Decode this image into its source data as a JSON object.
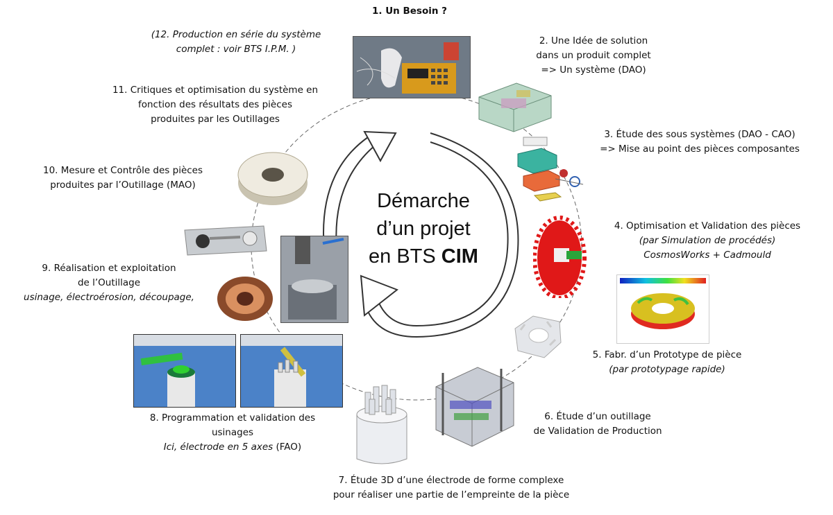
{
  "center": {
    "line1": "Démarche",
    "line2": "d’un projet",
    "line3_prefix": "en BTS ",
    "line3_bold": "CIM"
  },
  "steps": {
    "s1": {
      "l1": "1. Un Besoin ?"
    },
    "s2": {
      "l1": "2. Une Idée de solution",
      "l2": "dans un produit complet",
      "l3": "=> Un système (DAO)"
    },
    "s3": {
      "l1": "3. Étude des sous systèmes (DAO - CAO)",
      "l2": "=> Mise au point des pièces composantes"
    },
    "s4": {
      "l1": "4. Optimisation et Validation des pièces",
      "l2": "(par Simulation de procédés)",
      "l3": "CosmosWorks + Cadmould"
    },
    "s5": {
      "l1": "5. Fabr. d’un Prototype de pièce",
      "l2": "(par prototypage rapide)"
    },
    "s6": {
      "l1": "6. Étude d’un outillage",
      "l2": "de Validation de Production"
    },
    "s7": {
      "l1": "7. Étude 3D d’une électrode de forme complexe",
      "l2": "pour réaliser une partie de l’empreinte de la pièce"
    },
    "s8": {
      "l1": "8. Programmation et validation des",
      "l2": "usinages",
      "l3_it": "Ici, électrode en 5 axes",
      "l3_tail": " (FAO)"
    },
    "s9": {
      "l1": "9. Réalisation et exploitation",
      "l2": "de l’Outillage",
      "l3": "usinage, électroérosion, découpage,"
    },
    "s10": {
      "l1": "10. Mesure et Contrôle des pièces",
      "l2": "produites par l’Outillage (MAO)"
    },
    "s11": {
      "l1": "11. Critiques et optimisation du système en",
      "l2": "fonction des résultats des pièces",
      "l3": "produites par les Outillages"
    },
    "s12": {
      "l1": "(12. Production en série du système",
      "l2": "complet : voir BTS I.P.M. )"
    }
  },
  "colors": {
    "arrow": "#333333",
    "dash": "#666666",
    "gear_red": "#e01818",
    "cad_blue": "#2f6fb0"
  }
}
